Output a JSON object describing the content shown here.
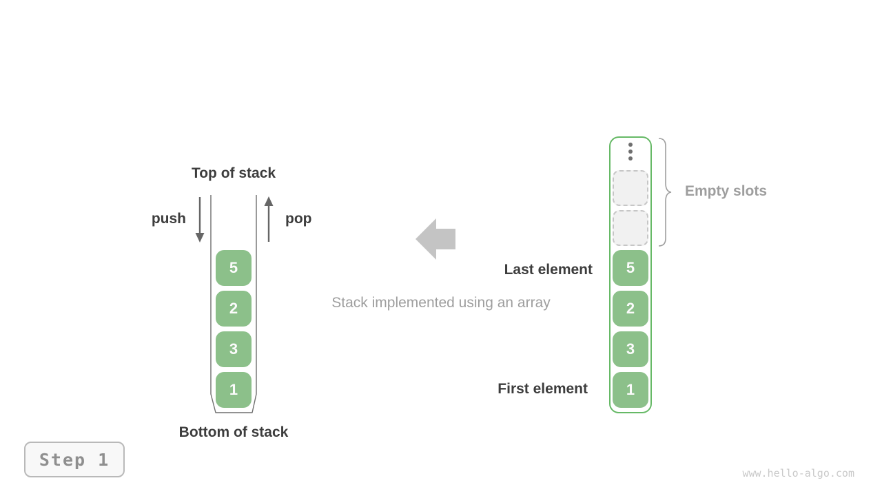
{
  "palette": {
    "green_fill": "#8cc08a",
    "green_border": "#66b966",
    "dark_text": "#3d3d3d",
    "gray_text": "#9e9e9e",
    "block_arrow_gray": "#c4c4c4"
  },
  "left_stack": {
    "title": "Top of stack",
    "bottom_label": "Bottom of stack",
    "push_label": "push",
    "pop_label": "pop",
    "elements": [
      "5",
      "2",
      "3",
      "1"
    ]
  },
  "center": {
    "caption": "Stack implemented using an array"
  },
  "right_array": {
    "icons": {
      "ellipsis": "vertical-ellipsis"
    },
    "empty_slot_count": 2,
    "elements": [
      "5",
      "2",
      "3",
      "1"
    ],
    "empty_label": "Empty slots",
    "last_label": "Last element",
    "first_label": "First element"
  },
  "footer": {
    "step_label": "Step 1",
    "watermark": "www.hello-algo.com"
  }
}
